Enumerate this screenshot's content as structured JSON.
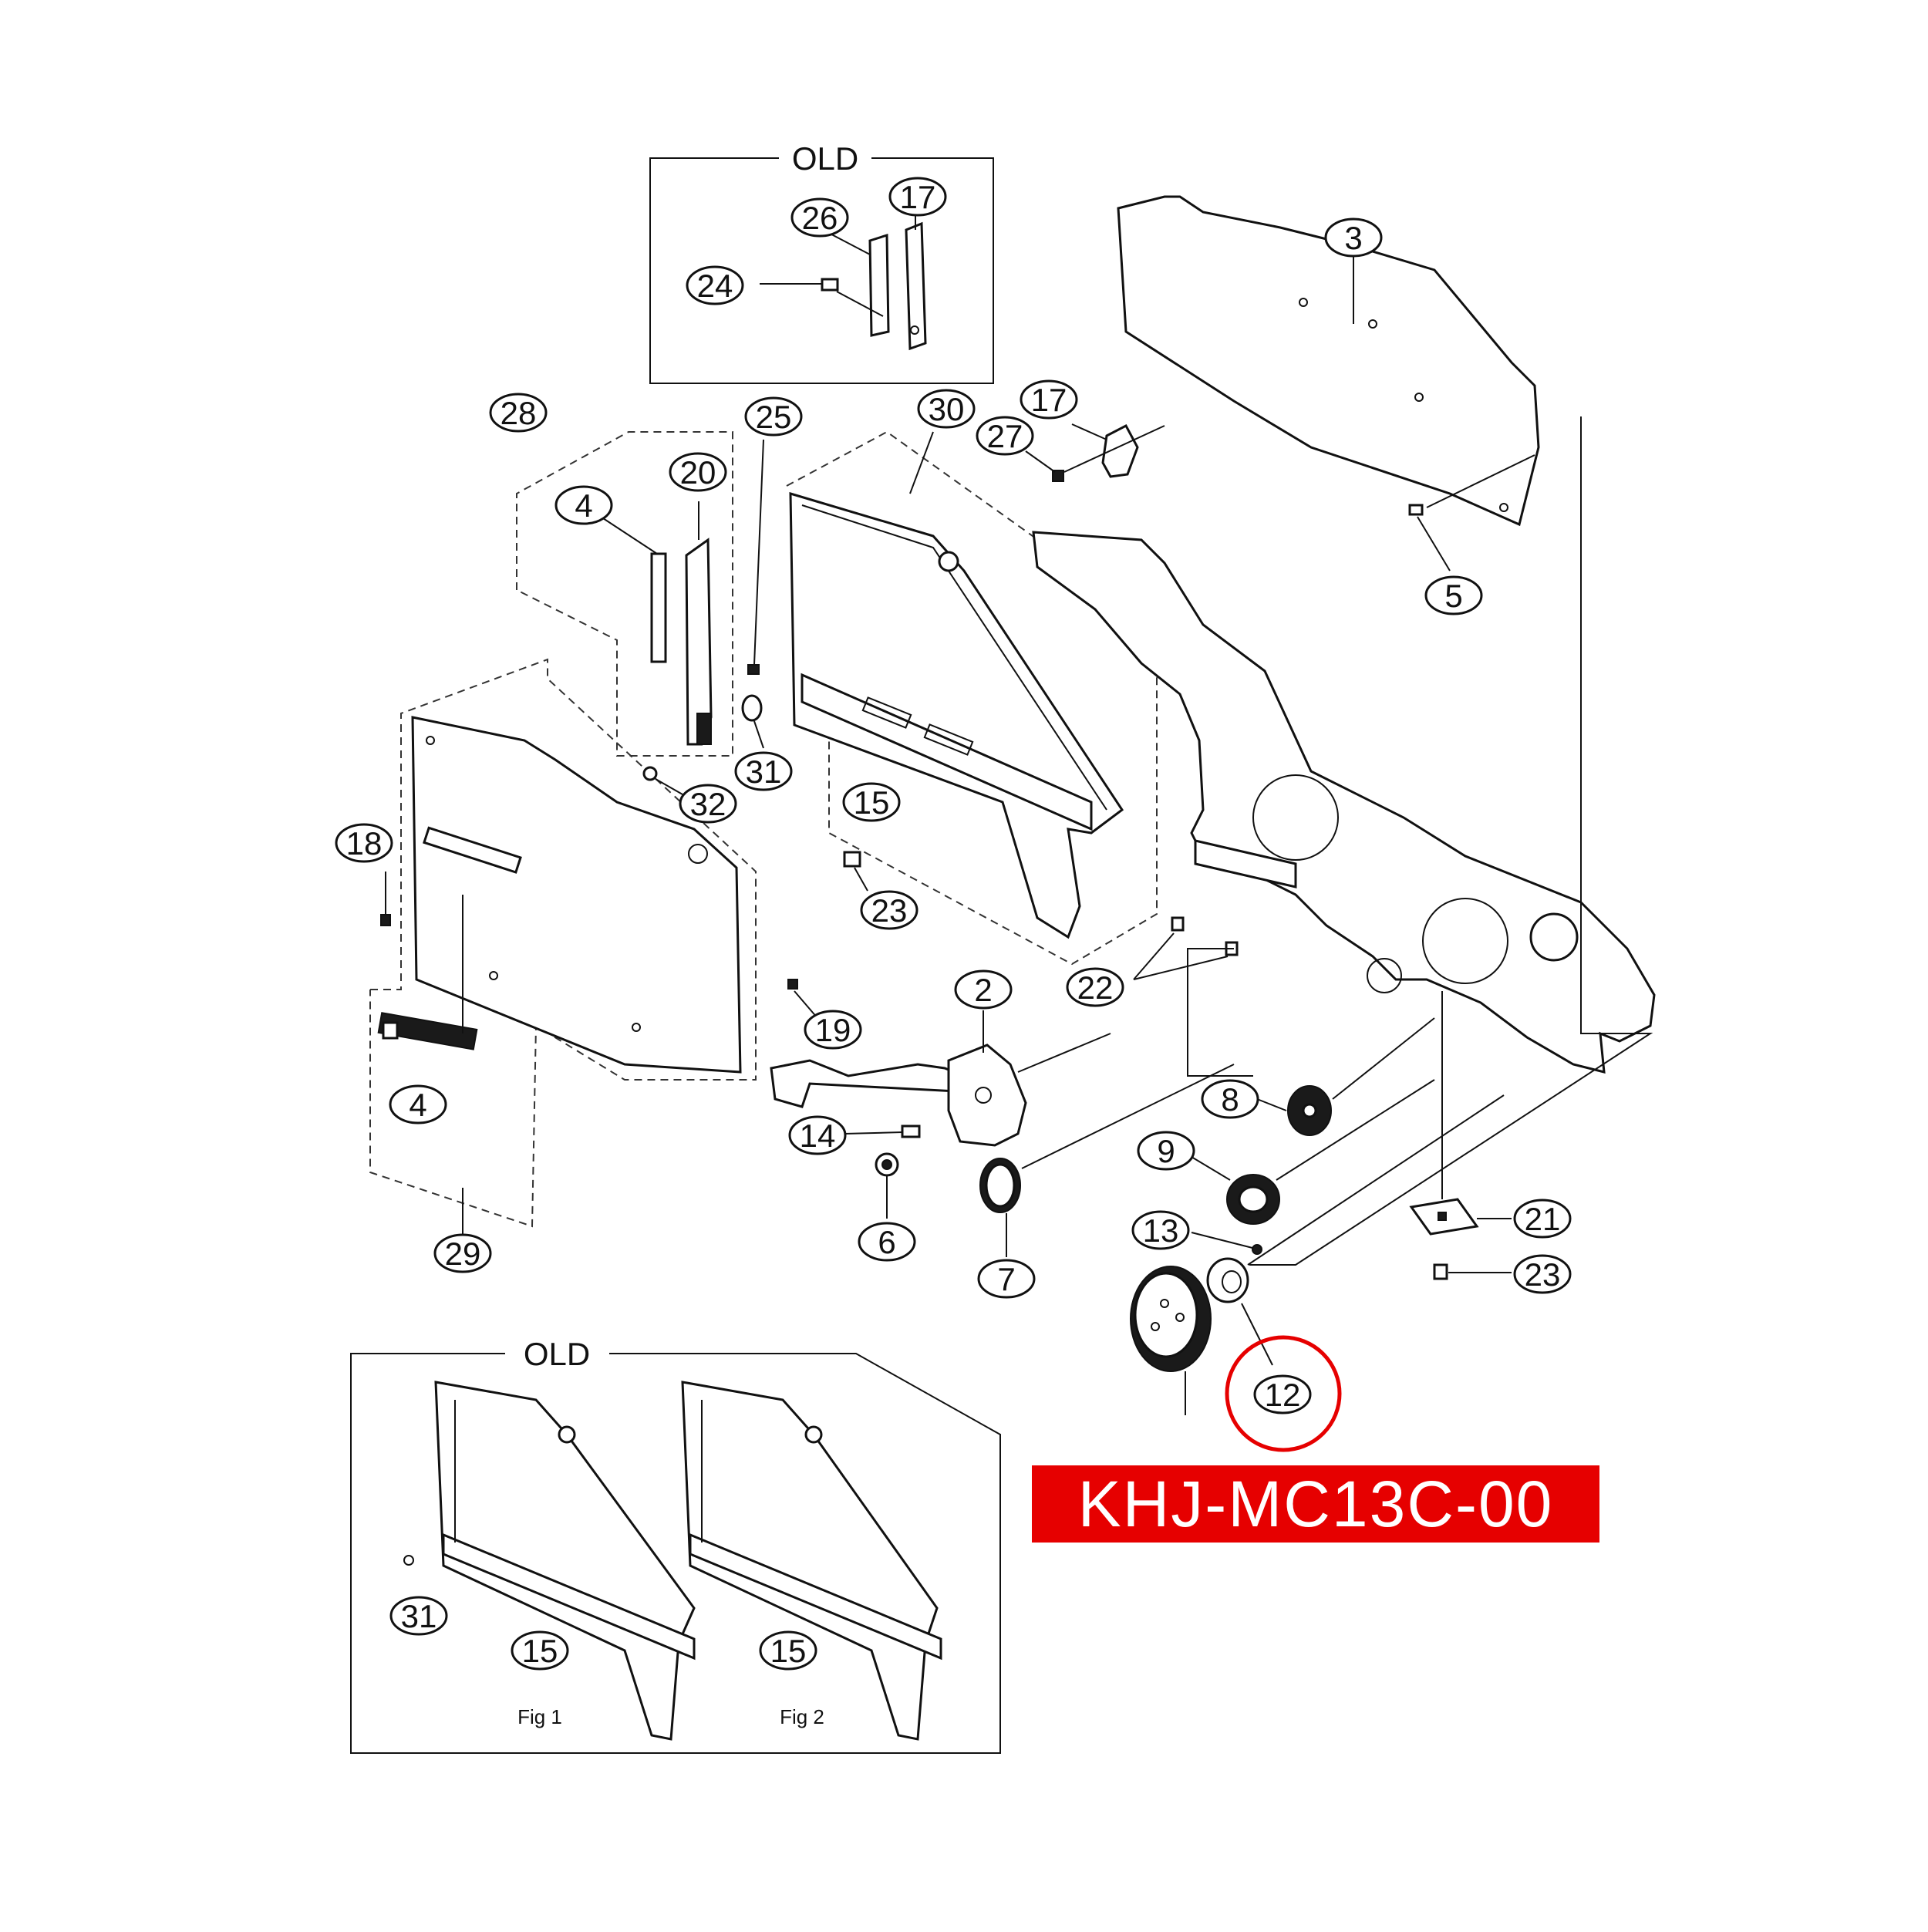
{
  "diagram": {
    "callouts": [
      "3",
      "5",
      "17",
      "27",
      "30",
      "25",
      "28",
      "20",
      "4",
      "31",
      "32",
      "15",
      "23",
      "22",
      "18",
      "19",
      "2",
      "8",
      "9",
      "14",
      "6",
      "7",
      "13",
      "21",
      "12",
      "29"
    ],
    "old_top_box": {
      "title": "OLD",
      "callouts": [
        "26",
        "17",
        "24"
      ]
    },
    "old_bottom_box": {
      "title": "OLD",
      "fig1_label": "Fig 1",
      "fig2_label": "Fig 2",
      "fig1_callouts": [
        "31",
        "15"
      ],
      "fig2_callouts": [
        "15"
      ]
    },
    "highlighted_callout": "12",
    "part_code": "KHJ-MC13C-00",
    "colors": {
      "highlight": "#e60000",
      "line": "#111111",
      "background": "#ffffff"
    }
  }
}
